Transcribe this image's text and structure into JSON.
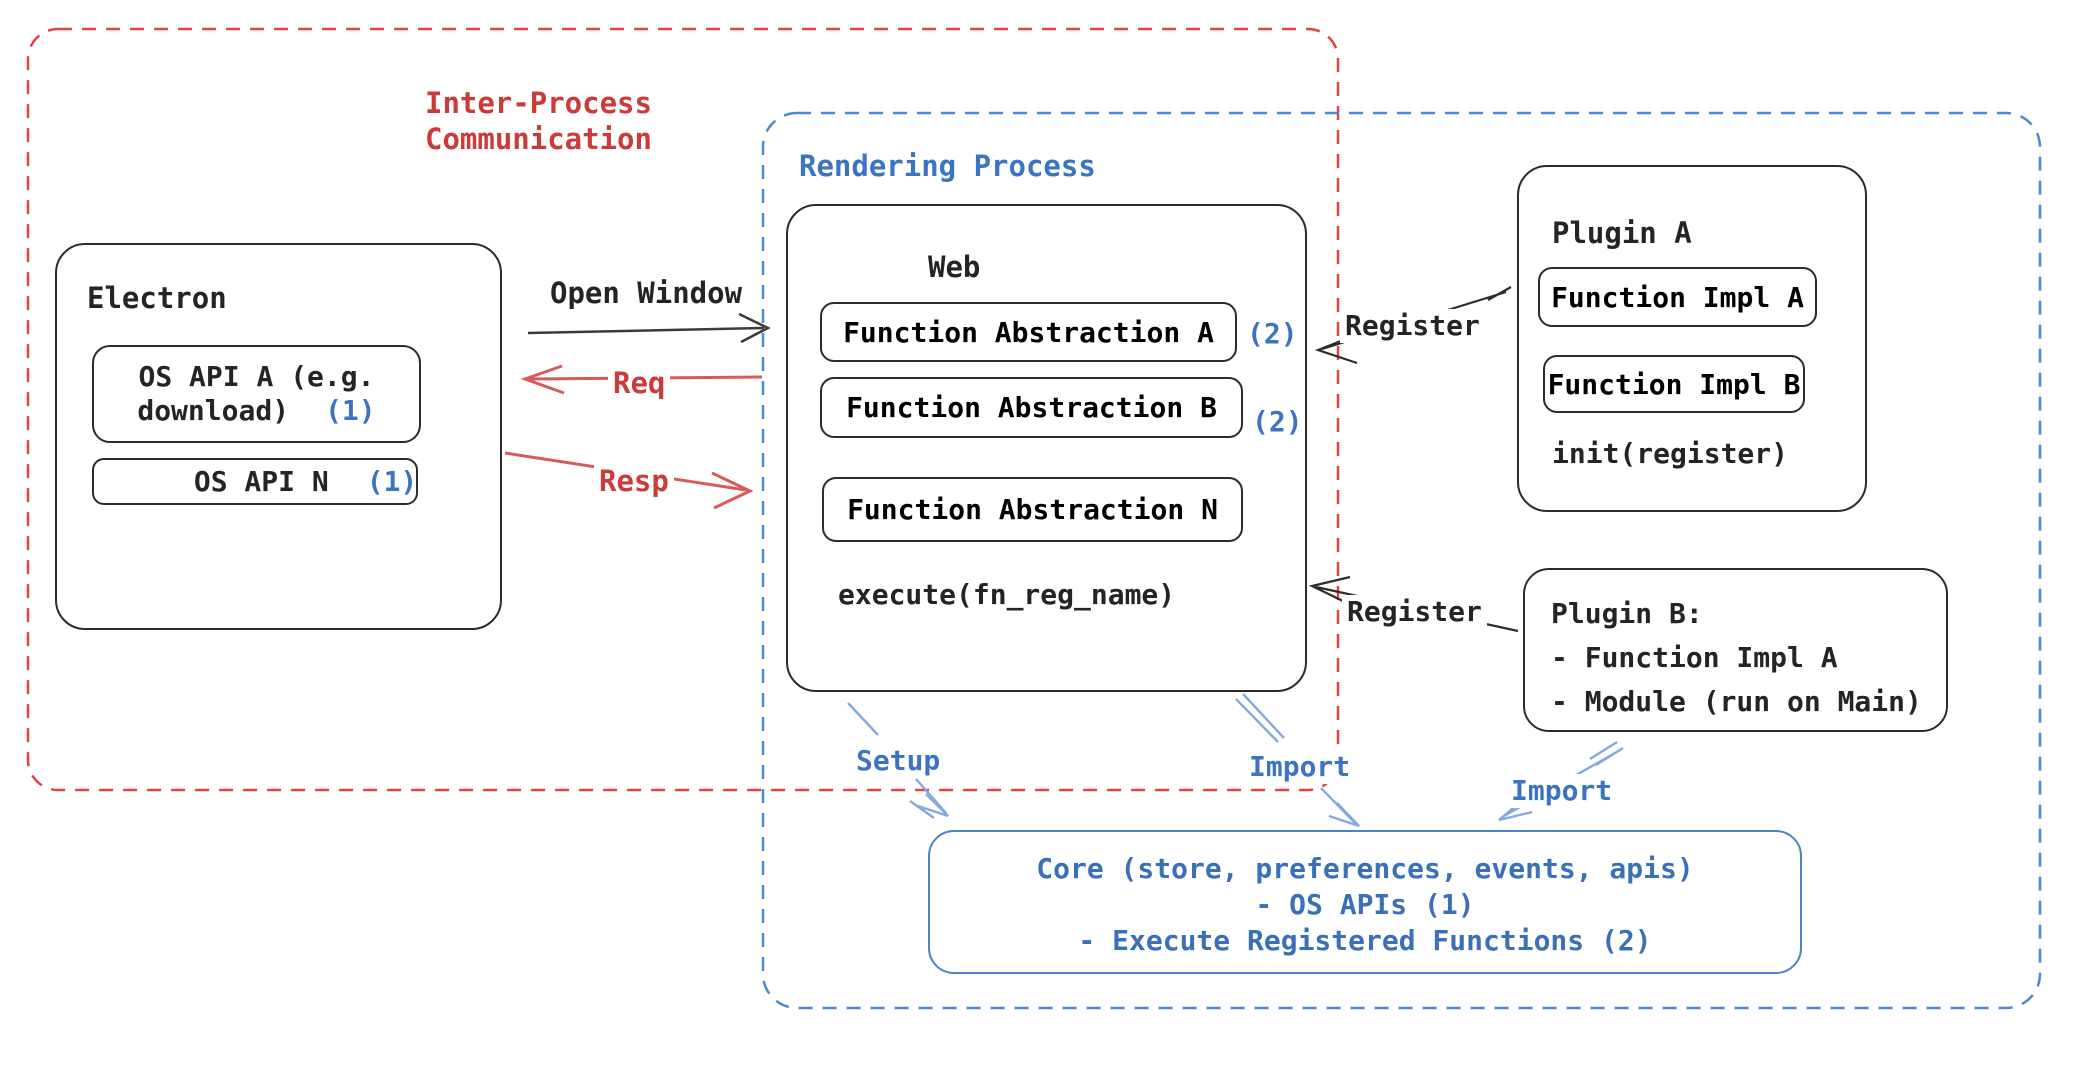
{
  "palette": {
    "ink": "#2b2b2b",
    "red_text": "#cd3a3a",
    "red_dashed_border": "#e34242",
    "red_arrow": "#d85a5a",
    "blue_text": "#3a74c2",
    "blue_dashed_border": "#4c89d4",
    "blue_arrow_light": "#84a9de",
    "core_border": "#4c82c8",
    "core_text": "#3a70b8"
  },
  "regions": {
    "ipc_title_line1": "Inter-Process",
    "ipc_title_line2": "Communication",
    "rendering_title": "Rendering Process"
  },
  "electron": {
    "title": "Electron",
    "os_api_a_line1": "OS API A (e.g.",
    "os_api_a_line2": "download)",
    "os_api_a_badge": "(1)",
    "os_api_n_label": "OS API N",
    "os_api_n_badge": "(1)"
  },
  "web": {
    "title": "Web",
    "fa_a_label": "Function Abstraction A",
    "fa_a_badge": "(2)",
    "fa_b_label": "Function Abstraction B",
    "fa_b_badge": "(2)",
    "fa_n_label": "Function Abstraction N",
    "execute_label": "execute(fn_reg_name)"
  },
  "plugin_a": {
    "title": "Plugin A",
    "impl_a_label": "Function Impl A",
    "impl_b_label": "Function Impl B",
    "init_label": "init(register)"
  },
  "plugin_b": {
    "line1": "Plugin B:",
    "line2": "- Function Impl A",
    "line3": "- Module (run on Main)"
  },
  "core": {
    "line1": "Core (store, preferences, events, apis)",
    "line2": "- OS APIs (1)",
    "line3": "- Execute Registered Functions (2)"
  },
  "arrows": {
    "open_window": "Open Window",
    "req": "Req",
    "resp": "Resp",
    "register_top": "Register",
    "register_bottom": "Register",
    "setup": "Setup",
    "import_web": "Import",
    "import_plugin": "Import"
  }
}
